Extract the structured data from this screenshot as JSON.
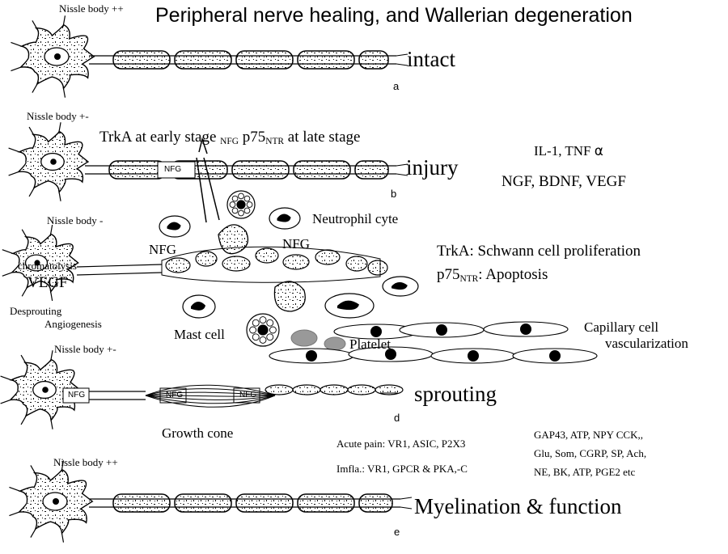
{
  "title": "Peripheral nerve healing, and Wallerian degeneration",
  "stages": {
    "intact": "intact",
    "injury": "injury",
    "sprouting": "sprouting",
    "myelination": "Myelination & function"
  },
  "panel_letters": {
    "a": "a",
    "b": "b",
    "d": "d",
    "e": "e"
  },
  "nissle": {
    "a": "Nissle body ++",
    "b": "Nissle body +-",
    "c": "Nissle body -",
    "d": "Nissle body +-",
    "e": "Nissle body ++"
  },
  "trk_early": "TrkA  at early stage",
  "nfg_sub": "NFG",
  "p75_main": "p75",
  "p75_sub": "NTR",
  "late_stage": " at late stage",
  "cytokines": "IL-1, TNF",
  "alpha": "α",
  "growth_factors": "NGF, BDNF, VEGF",
  "nfg": "NFG",
  "neutrophil": "Neutrophil cyte",
  "chromatolysis": "chromatolysis",
  "vegf": "VEGF",
  "desprouting": "Desprouting",
  "angiogenesis": "Angiogenesis",
  "trka_prolif": "TrkA: Schwann cell proliferation",
  "p75_apop_sub": "NTR",
  "apoptosis": ":  Apoptosis",
  "mast_cell": "Mast cell",
  "platelet": "Platelet",
  "capillary_cell": "Capillary cell",
  "vascularization": "vascularization",
  "growth_cone": "Growth cone",
  "acute_pain": "Acute pain: VR1, ASIC, P2X3",
  "imfla": "Imfla.: VR1, GPCR & PKA,-C",
  "mediators": [
    "GAP43, ATP, NPY CCK,,",
    "Glu, Som, CGRP, SP, Ach,",
    "NE, BK, ATP, PGE2 etc"
  ]
}
